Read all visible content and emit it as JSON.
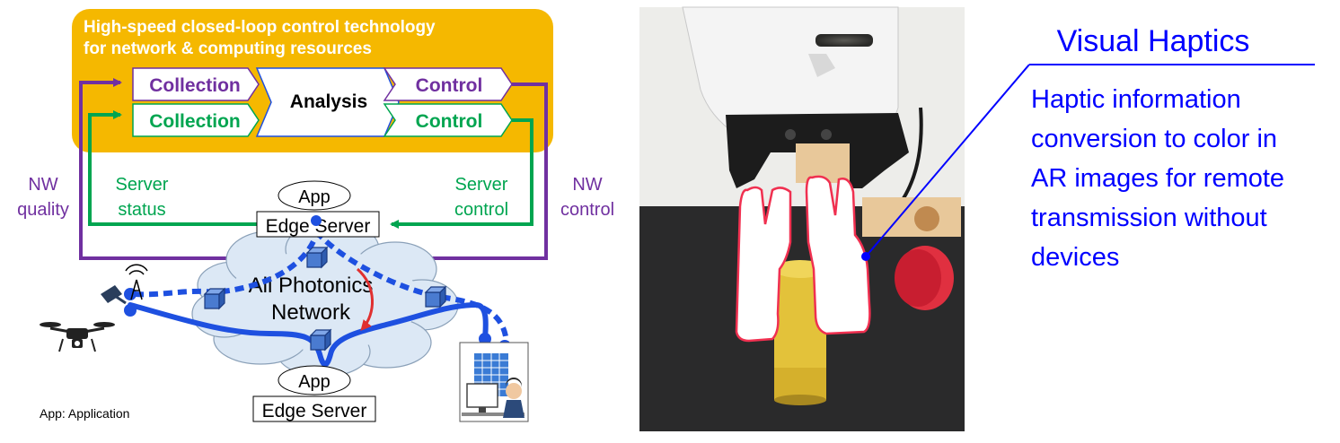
{
  "banner": {
    "line1": "High-speed closed-loop control technology",
    "line2": "for network & computing resources"
  },
  "pipeline": {
    "collection_top": "Collection",
    "collection_bottom": "Collection",
    "analysis": "Analysis",
    "control_top": "Control",
    "control_bottom": "Control"
  },
  "labels": {
    "nw_quality_1": "NW",
    "nw_quality_2": "quality",
    "server_status_1": "Server",
    "server_status_2": "status",
    "server_control_1": "Server",
    "server_control_2": "control",
    "nw_control_1": "NW",
    "nw_control_2": "control"
  },
  "edge_top": {
    "app": "App",
    "server": "Edge Server"
  },
  "edge_bottom": {
    "app": "App",
    "server": "Edge Server"
  },
  "cloud": {
    "line1": "All Photonics",
    "line2": "Network"
  },
  "footnote": "App: Application",
  "right_panel": {
    "title": "Visual Haptics",
    "desc": [
      "Haptic information",
      "conversion to color in",
      "AR images for remote",
      "transmission without",
      "devices"
    ]
  },
  "colors": {
    "banner": "#F5B800",
    "purple": "#7030A0",
    "green": "#00A550",
    "blue": "#0000FF",
    "network_blue": "#1E50E0",
    "red_arrow": "#E03030"
  }
}
